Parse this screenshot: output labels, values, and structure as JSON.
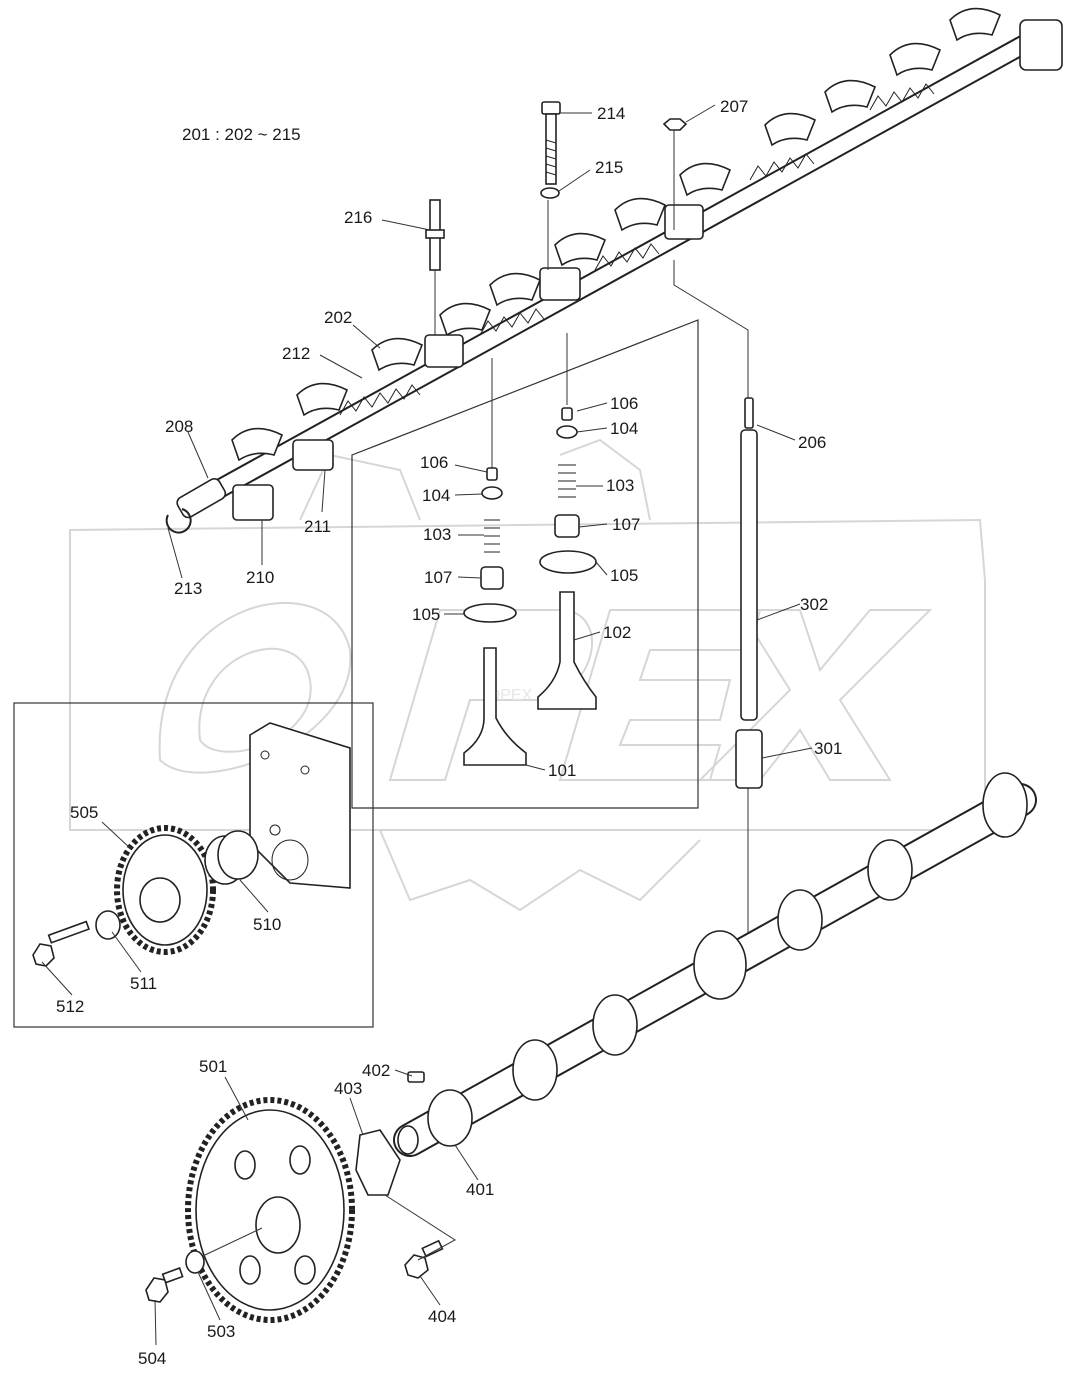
{
  "diagram": {
    "assembly_note": "201 : 202 ~ 215",
    "watermark": "OPEX",
    "labels": [
      "214",
      "207",
      "215",
      "216",
      "202",
      "212",
      "208",
      "211",
      "210",
      "213",
      "106",
      "104",
      "103",
      "107",
      "105",
      "102",
      "101",
      "206",
      "302",
      "301",
      "505",
      "510",
      "511",
      "512",
      "501",
      "402",
      "403",
      "401",
      "404",
      "503",
      "504"
    ]
  }
}
